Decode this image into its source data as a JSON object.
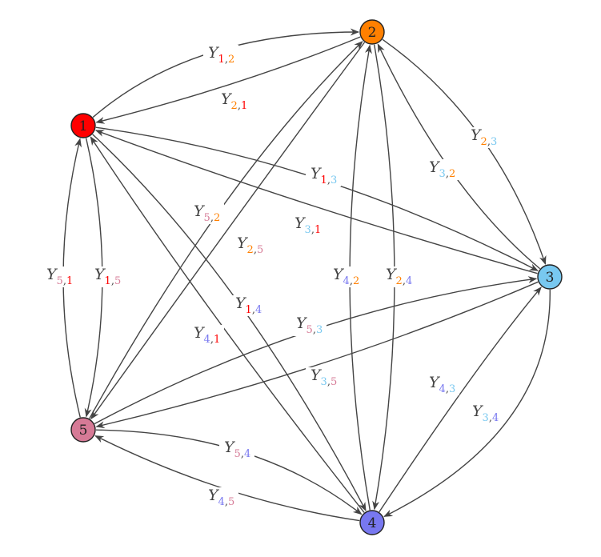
{
  "nodes": [
    {
      "id": "1",
      "label": "1",
      "color": "#ff0000"
    },
    {
      "id": "2",
      "label": "2",
      "color": "#ff8000"
    },
    {
      "id": "3",
      "label": "3",
      "color": "#78c8f0"
    },
    {
      "id": "4",
      "label": "4",
      "color": "#7878f0"
    },
    {
      "id": "5",
      "label": "5",
      "color": "#d67a96"
    }
  ],
  "edges": [
    {
      "from": "1",
      "to": "2",
      "label": "Y",
      "sub_from": "1",
      "sub_to": "2"
    },
    {
      "from": "2",
      "to": "1",
      "label": "Y",
      "sub_from": "2",
      "sub_to": "1"
    },
    {
      "from": "2",
      "to": "3",
      "label": "Y",
      "sub_from": "2",
      "sub_to": "3"
    },
    {
      "from": "3",
      "to": "2",
      "label": "Y",
      "sub_from": "3",
      "sub_to": "2"
    },
    {
      "from": "1",
      "to": "3",
      "label": "Y",
      "sub_from": "1",
      "sub_to": "3"
    },
    {
      "from": "3",
      "to": "1",
      "label": "Y",
      "sub_from": "3",
      "sub_to": "1"
    },
    {
      "from": "5",
      "to": "2",
      "label": "Y",
      "sub_from": "5",
      "sub_to": "2"
    },
    {
      "from": "2",
      "to": "5",
      "label": "Y",
      "sub_from": "2",
      "sub_to": "5"
    },
    {
      "from": "5",
      "to": "1",
      "label": "Y",
      "sub_from": "5",
      "sub_to": "1"
    },
    {
      "from": "1",
      "to": "5",
      "label": "Y",
      "sub_from": "1",
      "sub_to": "5"
    },
    {
      "from": "4",
      "to": "2",
      "label": "Y",
      "sub_from": "4",
      "sub_to": "2"
    },
    {
      "from": "2",
      "to": "4",
      "label": "Y",
      "sub_from": "2",
      "sub_to": "4"
    },
    {
      "from": "1",
      "to": "4",
      "label": "Y",
      "sub_from": "1",
      "sub_to": "4"
    },
    {
      "from": "4",
      "to": "1",
      "label": "Y",
      "sub_from": "4",
      "sub_to": "1"
    },
    {
      "from": "5",
      "to": "3",
      "label": "Y",
      "sub_from": "5",
      "sub_to": "3"
    },
    {
      "from": "3",
      "to": "5",
      "label": "Y",
      "sub_from": "3",
      "sub_to": "5"
    },
    {
      "from": "4",
      "to": "3",
      "label": "Y",
      "sub_from": "4",
      "sub_to": "3"
    },
    {
      "from": "3",
      "to": "4",
      "label": "Y",
      "sub_from": "3",
      "sub_to": "4"
    },
    {
      "from": "5",
      "to": "4",
      "label": "Y",
      "sub_from": "5",
      "sub_to": "4"
    },
    {
      "from": "4",
      "to": "5",
      "label": "Y",
      "sub_from": "4",
      "sub_to": "5"
    }
  ]
}
